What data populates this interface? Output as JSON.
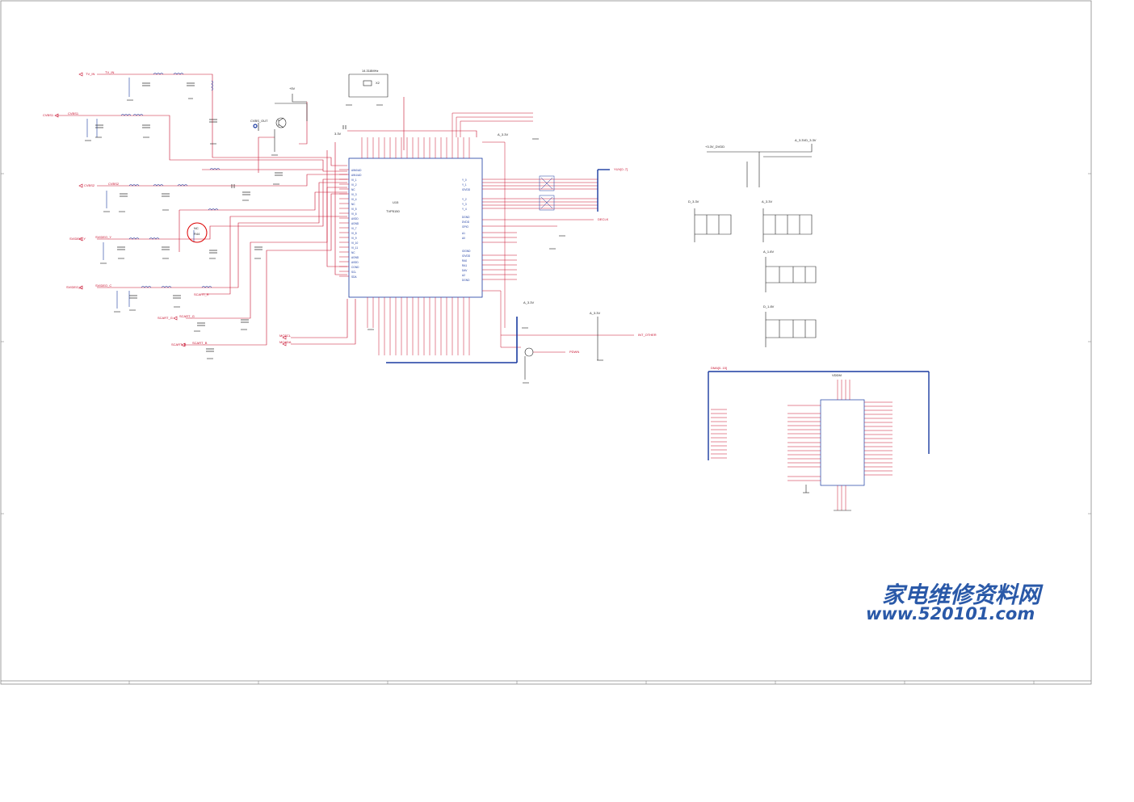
{
  "inputs": [
    {
      "net": "TV_IN",
      "label": "TV_IN"
    },
    {
      "net": "CVBS1",
      "label": "CVBS1"
    },
    {
      "net": "CVBS2",
      "label": "CVBS2"
    },
    {
      "net": "SVIDEO_Y",
      "label": "SVIDEO_Y"
    },
    {
      "net": "SVIDEO_C",
      "label": "SVIDEO_C"
    },
    {
      "net": "SCART_G",
      "label": "SCART_G"
    },
    {
      "net": "SCART_B",
      "label": "SCART_B"
    },
    {
      "net": "SCART_R",
      "label": "SCART_R"
    },
    {
      "net": "MCSCL",
      "label": "MCSCL"
    },
    {
      "net": "MCSDA",
      "label": "MCSDA"
    }
  ],
  "outputs": {
    "yuv": "YUV[0..7]",
    "sysclk": "DECLK",
    "int_other": "INT_OTHER",
    "pwdn": "PDWN",
    "cvbs_out": "CVBS_OUT"
  },
  "decoder": {
    "ref": "U15",
    "part": "TVP5150"
  },
  "crystal": {
    "ref": "X2",
    "value": "14.318MHz"
  },
  "memory": {
    "bus": "DMA[0..15]",
    "supply": "VDDM"
  },
  "rails": [
    "+5V",
    "3.3V",
    "A_3.3V",
    "D_3.3V",
    "A_1.8V",
    "D_1.8V",
    "+3.3V_DVDD",
    "A_3.3VD_3.3V"
  ],
  "note": {
    "ref": "R44",
    "value": "NC"
  },
  "watermark": {
    "title": "家电维修资料网",
    "url": "www.520101.com"
  }
}
